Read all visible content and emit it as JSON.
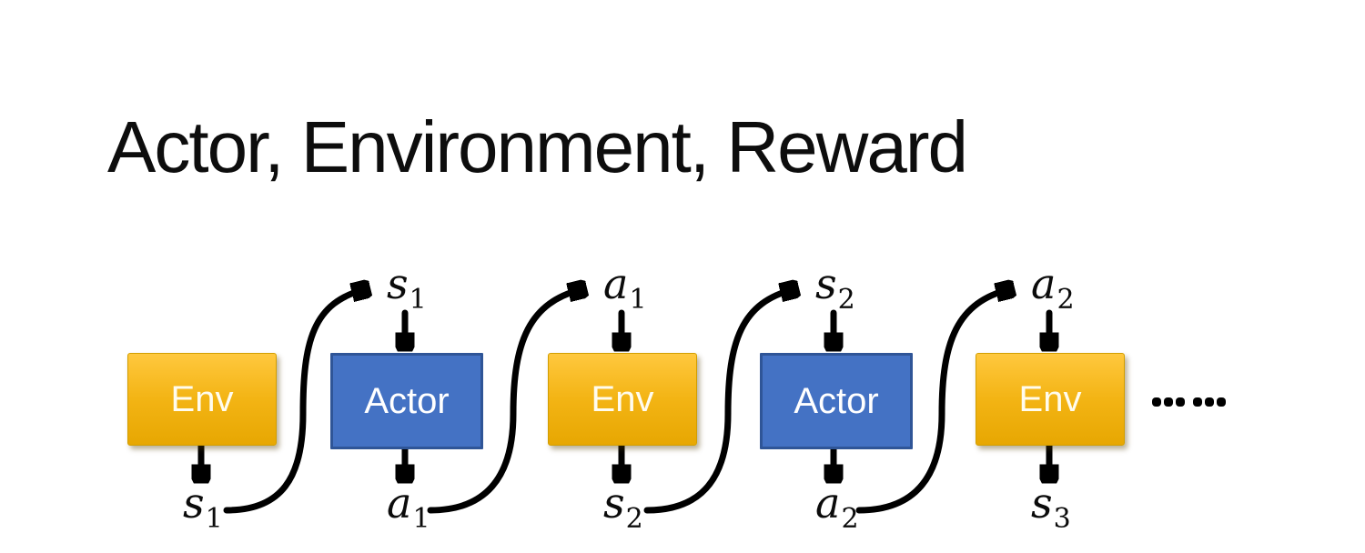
{
  "slide": {
    "title": "Actor, Environment, Reward"
  },
  "diagram": {
    "boxes": [
      {
        "label": "Env"
      },
      {
        "label": "Actor"
      },
      {
        "label": "Env"
      },
      {
        "label": "Actor"
      },
      {
        "label": "Env"
      }
    ],
    "top_labels": [
      {
        "base": "s",
        "sub": "1"
      },
      {
        "base": "a",
        "sub": "1"
      },
      {
        "base": "s",
        "sub": "2"
      },
      {
        "base": "a",
        "sub": "2"
      }
    ],
    "bottom_labels": [
      {
        "base": "s",
        "sub": "1"
      },
      {
        "base": "a",
        "sub": "1"
      },
      {
        "base": "s",
        "sub": "2"
      },
      {
        "base": "a",
        "sub": "2"
      },
      {
        "base": "s",
        "sub": "3"
      }
    ],
    "ellipsis": "……",
    "colors": {
      "background": "#FFFFFF",
      "title": "#0D0D0D",
      "env_top": "#FFC83E",
      "env_bottom": "#E7A702",
      "env_border": "#D29E00",
      "env_text": "#FFFCEF",
      "actor_fill": "#4472C4",
      "actor_border": "#2F5597",
      "actor_text": "#FFFFFF",
      "arrow": "#000000"
    }
  }
}
